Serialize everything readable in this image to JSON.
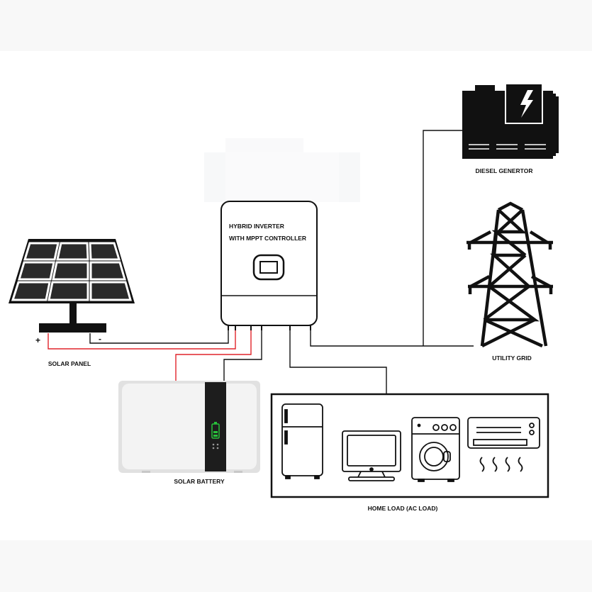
{
  "inverter": {
    "line1": "HYBRID INVERTER",
    "line2": "WITH MPPT CONTROLLER"
  },
  "labels": {
    "solar_panel": "SOLAR PANEL",
    "solar_battery": "SOLAR BATTERY",
    "home_load": "HOME LOAD (AC LOAD)",
    "utility_grid": "UTILITY GRID",
    "diesel_generator": "DIESEL GENERTOR"
  },
  "terminals": {
    "positive": "+",
    "negative": "-"
  },
  "colors": {
    "positive_wire": "#e0242b",
    "negative_wire": "#111111",
    "battery_indicator": "#28c23b"
  },
  "icons": {
    "inverter": "inverter-icon",
    "solar_panel": "solar-panel-icon",
    "battery": "battery-icon",
    "generator": "diesel-generator-icon",
    "grid": "transmission-tower-icon",
    "fridge": "refrigerator-icon",
    "tv": "tv-icon",
    "washer": "washing-machine-icon",
    "ac": "air-conditioner-icon"
  }
}
